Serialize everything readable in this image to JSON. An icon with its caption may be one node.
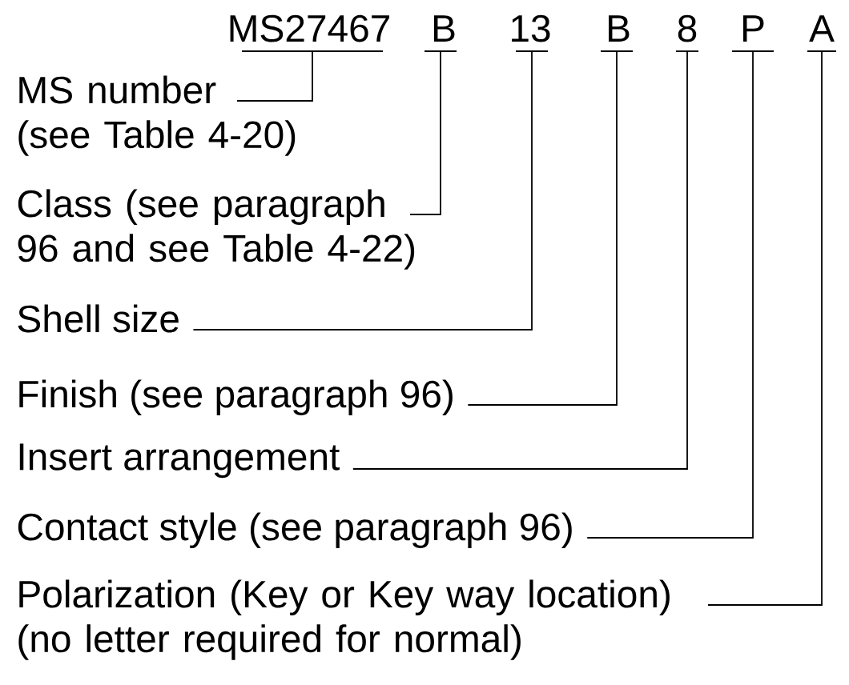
{
  "diagram": {
    "nodes": [
      {
        "text": [
          "MS27467"
        ]
      },
      {
        "text": [
          "B"
        ]
      },
      {
        "text": [
          "13"
        ]
      },
      {
        "text": [
          "B"
        ]
      },
      {
        "text": [
          "8"
        ]
      },
      {
        "text": [
          "P"
        ]
      },
      {
        "text": [
          "A"
        ]
      },
      {
        "text": [
          "MS number (see Table 4-20)"
        ]
      },
      {
        "text": [
          "Class (see paragraph 96 and see Table 4-22)"
        ]
      },
      {
        "text": [
          "Shell size"
        ]
      },
      {
        "text": [
          "Finish (see paragraph 96)"
        ]
      },
      {
        "text": [
          "Insert arrangement"
        ]
      },
      {
        "text": [
          "Contact style (see paragraph 96)"
        ]
      },
      {
        "text": [
          "Polarization (Key or Key way location) (no letter required for normal)"
        ]
      }
    ],
    "edges": [
      {
        "from": 7,
        "to": 0,
        "arrow": "none"
      },
      {
        "from": 8,
        "to": 1,
        "arrow": "none"
      },
      {
        "from": 9,
        "to": 2,
        "arrow": "none"
      },
      {
        "from": 10,
        "to": 3,
        "arrow": "none"
      },
      {
        "from": 11,
        "to": 4,
        "arrow": "none"
      },
      {
        "from": 12,
        "to": 5,
        "arrow": "none"
      },
      {
        "from": 13,
        "to": 6,
        "arrow": "none"
      }
    ]
  }
}
